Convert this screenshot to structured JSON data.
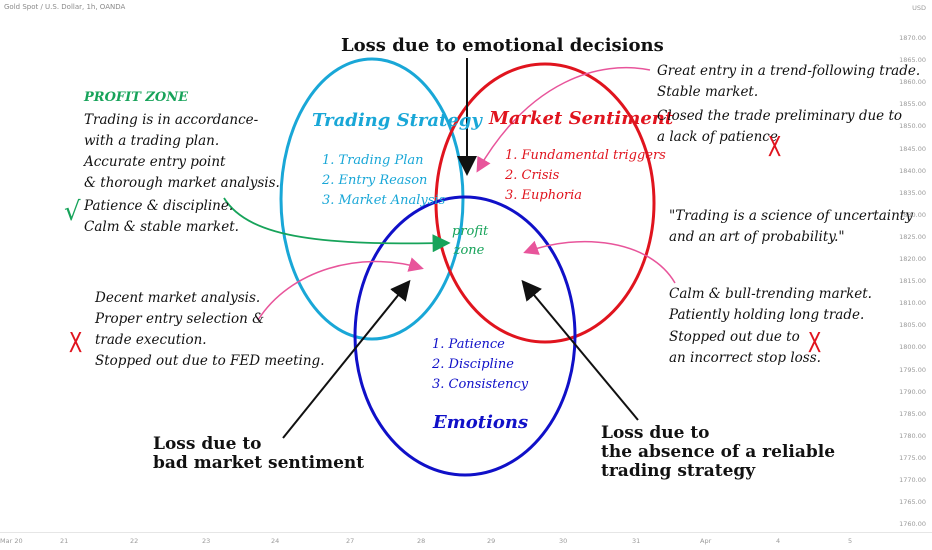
{
  "header": {
    "symbol_title": "Gold Spot / U.S. Dollar, 1h, OANDA"
  },
  "price_axis": {
    "currency": "USD",
    "ticks": [
      "1870.00",
      "1865.00",
      "1860.00",
      "1855.00",
      "1850.00",
      "1845.00",
      "1840.00",
      "1835.00",
      "1830.00",
      "1825.00",
      "1820.00",
      "1815.00",
      "1810.00",
      "1805.00",
      "1800.00",
      "1795.00",
      "1790.00",
      "1785.00",
      "1780.00",
      "1775.00",
      "1770.00",
      "1765.00",
      "1760.00"
    ]
  },
  "time_axis": {
    "ticks": [
      "Mar 20",
      "21",
      "22",
      "23",
      "24",
      "27",
      "28",
      "29",
      "30",
      "31",
      "Apr",
      "4",
      "5"
    ]
  },
  "venn": {
    "trading_strategy": {
      "title": "Trading Strategy",
      "items": [
        "1. Trading Plan",
        "2. Entry Reason",
        "3. Market Analysis"
      ],
      "color": "#19a7d7"
    },
    "market_sentiment": {
      "title": "Market Sentiment",
      "items": [
        "1. Fundamental triggers",
        "2. Crisis",
        "3. Euphoria"
      ],
      "color": "#e0141e"
    },
    "emotions": {
      "title": "Emotions",
      "items": [
        "1. Patience",
        "2. Discipline",
        "3. Consistency"
      ],
      "color": "#1010c8"
    },
    "center": {
      "line1": "profit",
      "line2": "zone",
      "color": "#17a35a"
    }
  },
  "labels": {
    "top": "Loss due to emotional decisions",
    "bottom_left": [
      "Loss due to",
      "bad market sentiment"
    ],
    "bottom_right": [
      "Loss due to",
      "the absence of a reliable",
      "trading strategy"
    ]
  },
  "notes": {
    "profit_zone": {
      "heading": "PROFIT ZONE",
      "lines": [
        "Trading is in accordance-",
        "with a trading plan.",
        "Accurate entry point",
        "& thorough market analysis."
      ],
      "lines2": [
        "Patience & discipline.",
        "Calm & stable market."
      ],
      "mark": "√"
    },
    "left": {
      "lines": [
        "Decent market analysis.",
        "Proper entry selection &",
        "trade execution.",
        "Stopped out due to FED meeting."
      ],
      "mark": "X"
    },
    "top_right": {
      "lines": [
        "Great entry in a trend-following trade.",
        "Stable market."
      ],
      "lines2": [
        "Closed the trade preliminary due to",
        "a lack of patience"
      ],
      "mark": "X"
    },
    "quote": {
      "lines": [
        "\"Trading is a science of uncertainty",
        "and an art of probability.\""
      ]
    },
    "bottom_right": {
      "lines": [
        "Calm & bull-trending market.",
        "Patiently holding long trade."
      ],
      "lines2": [
        "Stopped out due to",
        "an incorrect stop loss."
      ],
      "mark": "X"
    }
  }
}
